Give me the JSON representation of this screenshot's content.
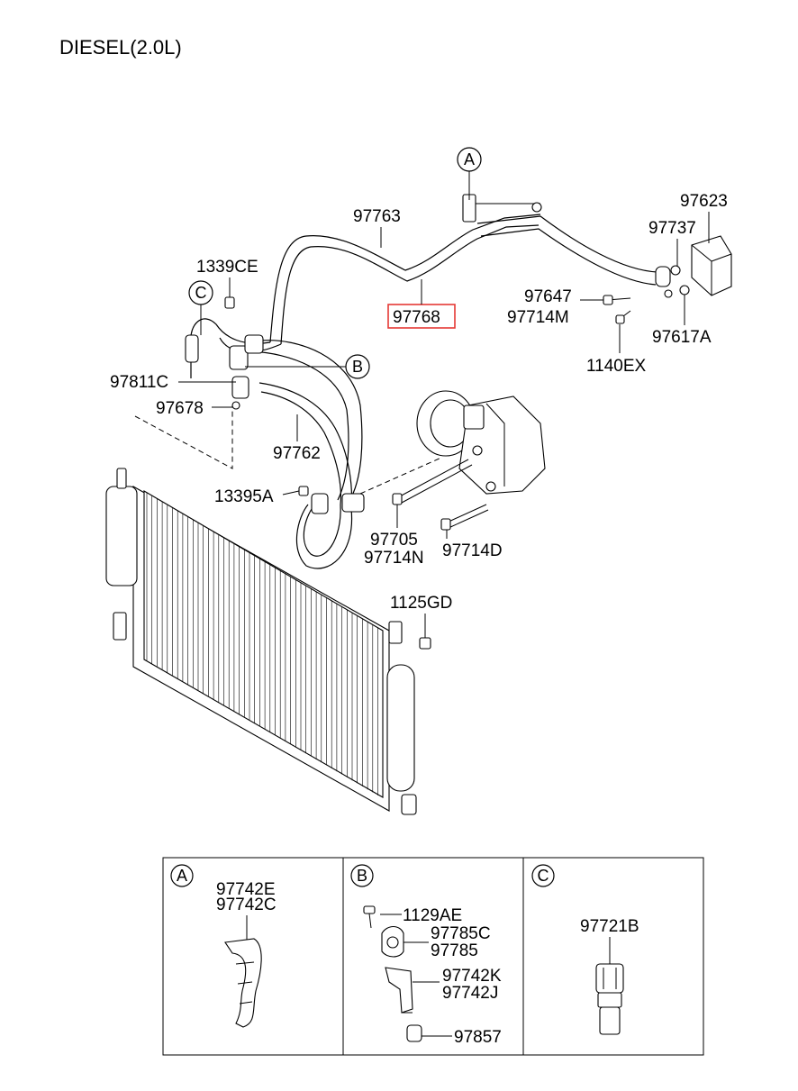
{
  "title": "DIESEL(2.0L)",
  "highlight_color": "#e53935",
  "callouts": {
    "a": "A",
    "b": "B",
    "c": "C"
  },
  "parts": {
    "p97623": "97623",
    "p97737": "97737",
    "p97763": "97763",
    "p97768": "97768",
    "p1339CE": "1339CE",
    "p97647": "97647",
    "p97714M": "97714M",
    "p97617A": "97617A",
    "p1140EX": "1140EX",
    "p97811C": "97811C",
    "p97678": "97678",
    "p97762": "97762",
    "p13395A": "13395A",
    "p97705": "97705",
    "p97714N": "97714N",
    "p97714D": "97714D",
    "p1125GD": "1125GD"
  },
  "detail": {
    "a": {
      "label": "A",
      "parts": [
        "97742E",
        "97742C"
      ]
    },
    "b": {
      "label": "B",
      "parts": [
        "1129AE",
        "97785C",
        "97785",
        "97742K",
        "97742J",
        "97857"
      ]
    },
    "c": {
      "label": "C",
      "parts": [
        "97721B"
      ]
    }
  }
}
